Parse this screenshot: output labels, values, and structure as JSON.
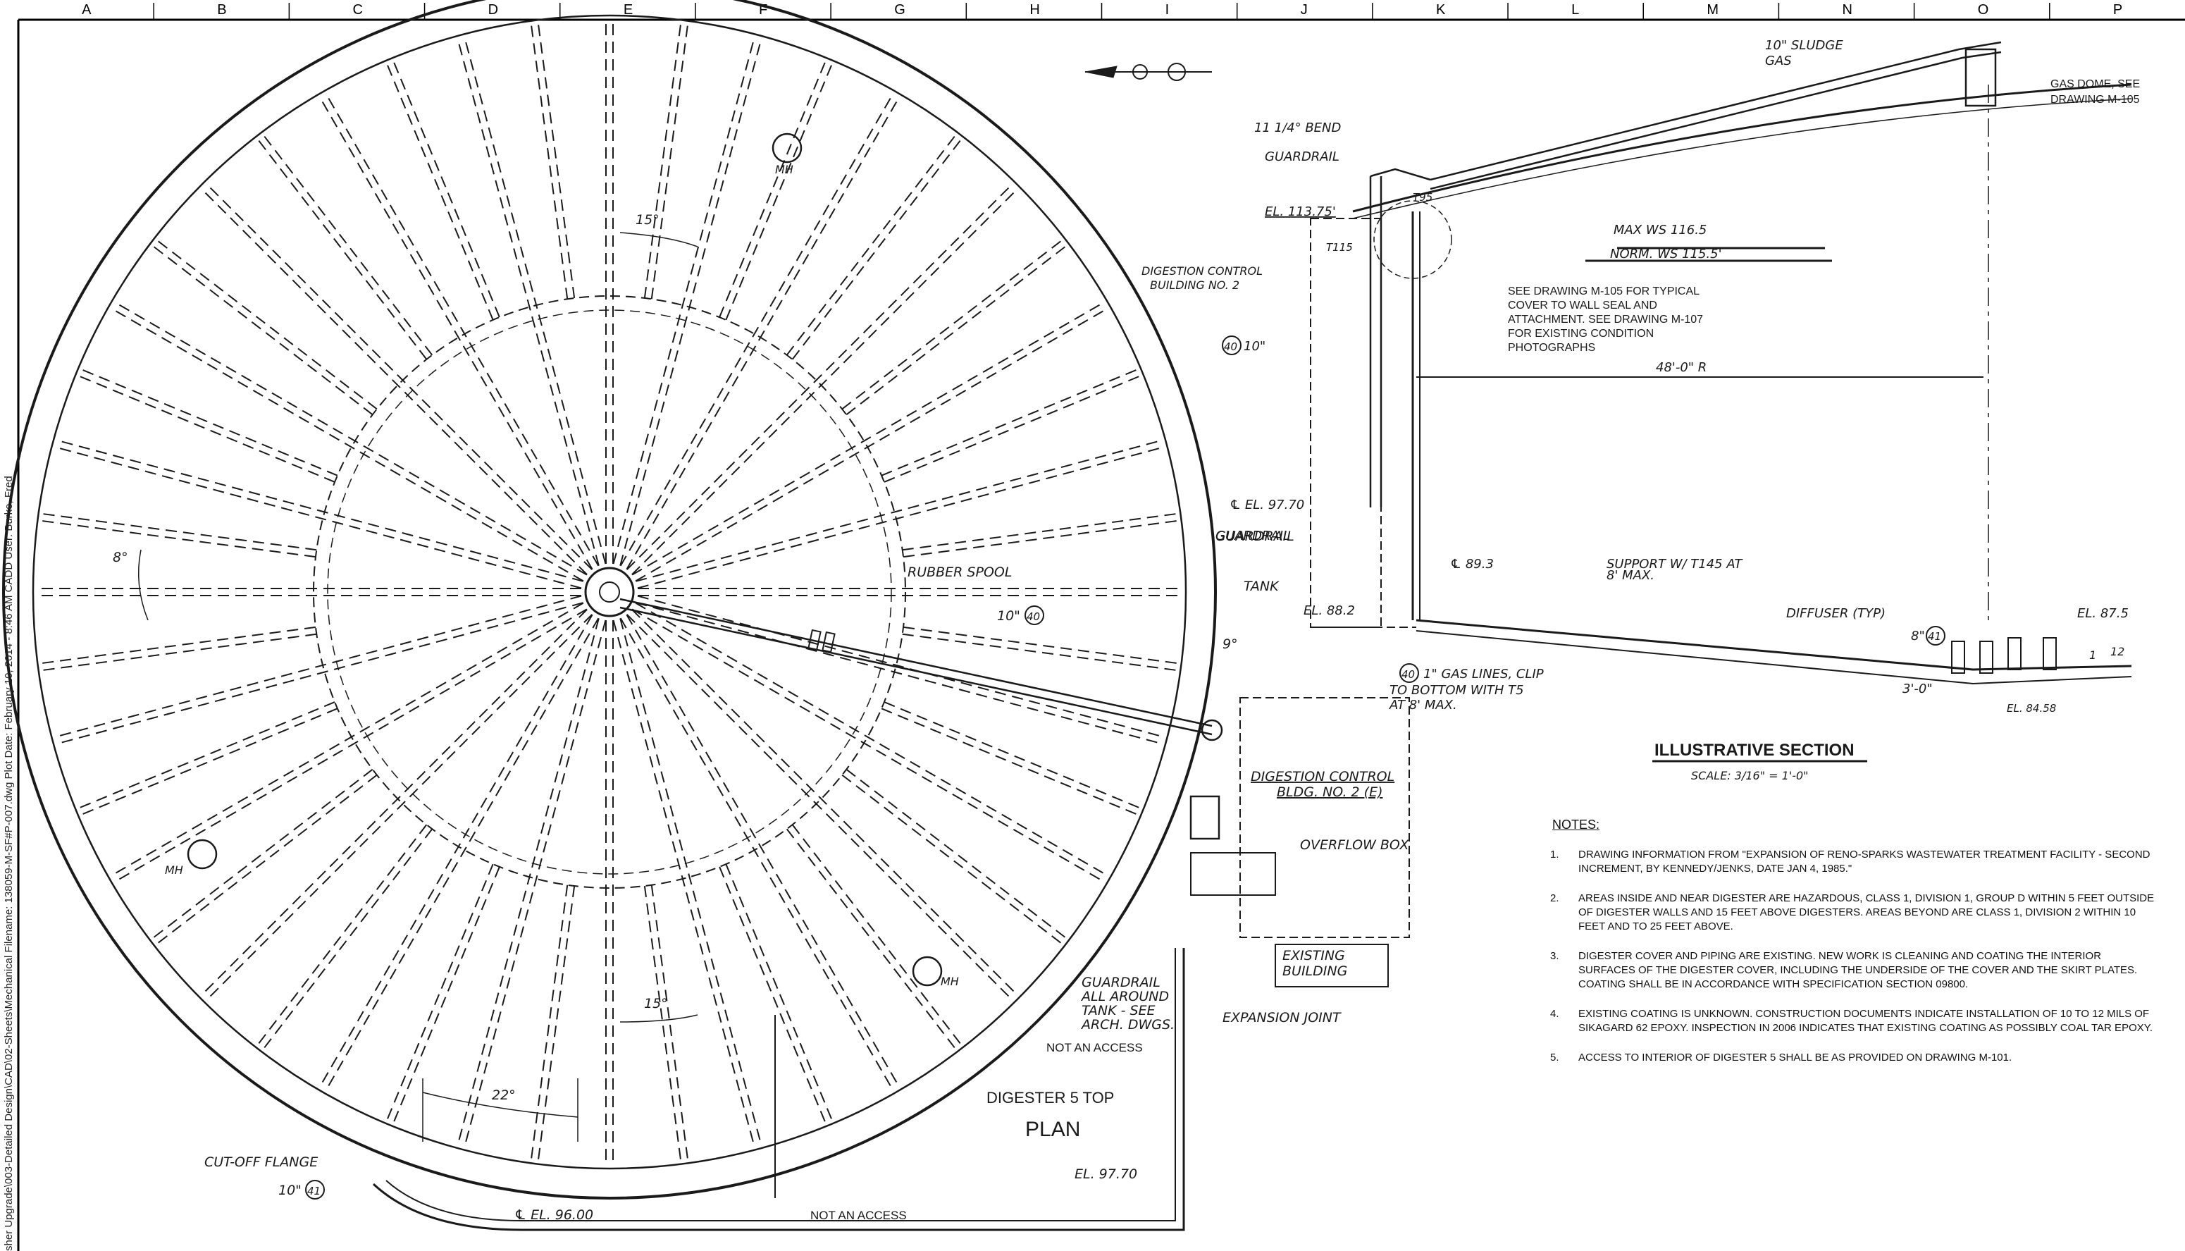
{
  "grid": {
    "columns": [
      "A",
      "B",
      "C",
      "D",
      "E",
      "F",
      "G",
      "H",
      "I",
      "J",
      "K",
      "L",
      "M",
      "N",
      "O",
      "P"
    ]
  },
  "margin": {
    "text": "sher Upgrade\\003-Detailed Design\\CAD\\02-Sheets\\Mechanical   Filename: 138059-M-SF#P-007.dwg   Plot Date: February 10, 2014 - 8:46 AM   CADD User: Burke, Fred"
  },
  "plan": {
    "title": "DIGESTER 5 TOP",
    "subtitle": "PLAN",
    "angle_15_top": "15°",
    "angle_15_bottom": "15°",
    "angle_8": "8°",
    "angle_9": "9°",
    "angle_22": "22°",
    "mh": "MH",
    "rubber_spool": "RUBBER SPOOL",
    "pipe_10": "10\"",
    "tag_40": "40",
    "tag_41": "41",
    "tank": "TANK",
    "guardrail": "GUARDRAIL",
    "guardrail_around_1": "GUARDRAIL",
    "guardrail_around_2": "ALL AROUND",
    "guardrail_around_3": "TANK - SEE",
    "guardrail_around_4": "ARCH. DWGS.",
    "digestion_bldg_1": "DIGESTION CONTROL",
    "digestion_bldg_2": "BLDG. NO. 2 (E)",
    "overflow_box": "OVERFLOW BOX",
    "existing_bldg_1": "EXISTING",
    "existing_bldg_2": "BUILDING",
    "expansion_joint": "EXPANSION JOINT",
    "not_access": "NOT AN ACCESS",
    "cutoff_flange": "CUT-OFF FLANGE",
    "el_9600": "℄ EL. 96.00",
    "el_9770": "EL. 97.70"
  },
  "section": {
    "title": "ILLUSTRATIVE SECTION",
    "scale": "SCALE: 3/16\" = 1'-0\"",
    "sludge_gas_1": "10\" SLUDGE",
    "sludge_gas_2": "GAS",
    "gas_dome_1": "GAS DOME, SEE",
    "gas_dome_2": "DRAWING M-105",
    "bend": "11 1/4° BEND",
    "guardrail": "GUARDRAIL",
    "el_11375": "EL. 113.75'",
    "t95": "T95",
    "t115": "T115",
    "max_ws": "MAX WS 116.5",
    "norm_ws": "NORM. WS 115.5'",
    "dcb_1": "DIGESTION CONTROL",
    "dcb_2": "BUILDING NO. 2",
    "see_note_1": "SEE DRAWING M-105 FOR TYPICAL",
    "see_note_2": "COVER TO WALL SEAL AND",
    "see_note_3": "ATTACHMENT.  SEE DRAWING M-107",
    "see_note_4": "FOR EXISTING CONDITION",
    "see_note_5": "PHOTOGRAPHS",
    "pipe_10": "10\"",
    "tag_40": "40",
    "radius": "48'-0\" R",
    "el_9770": "℄ EL. 97.70",
    "guardrail_2": "GUARDRAIL",
    "el_893": "℄ 89.3",
    "support": "SUPPORT W/ T145 AT",
    "support_2": "8' MAX.",
    "el_882": "EL. 88.2",
    "diffuser": "DIFFUSER (TYP)",
    "el_875": "EL. 87.5",
    "pipe_8": "8\"",
    "tag_41": "41",
    "gas_lines_1": "1\" GAS LINES, CLIP",
    "gas_lines_2": "TO BOTTOM WITH T5",
    "gas_lines_3": "AT 8' MAX.",
    "tag_gas": "40",
    "dim_3": "3'-0\"",
    "el_8458": "EL. 84.58",
    "slope_1": "1",
    "slope_12": "12"
  },
  "notes": {
    "header": "NOTES:",
    "items": [
      {
        "num": "1.",
        "text": "DRAWING INFORMATION FROM \"EXPANSION OF RENO-SPARKS WASTEWATER TREATMENT FACILITY - SECOND INCREMENT, BY KENNEDY/JENKS, DATE JAN 4, 1985.\""
      },
      {
        "num": "2.",
        "text": "AREAS INSIDE AND NEAR DIGESTER ARE HAZARDOUS, CLASS 1, DIVISION 1, GROUP D WITHIN 5 FEET OUTSIDE OF DIGESTER WALLS AND 15 FEET ABOVE DIGESTERS. AREAS BEYOND ARE CLASS 1, DIVISION 2 WITHIN 10 FEET AND TO 25 FEET ABOVE."
      },
      {
        "num": "3.",
        "text": "DIGESTER COVER AND PIPING ARE EXISTING.  NEW WORK IS CLEANING AND COATING THE INTERIOR SURFACES OF THE DIGESTER COVER, INCLUDING THE UNDERSIDE OF THE COVER AND THE SKIRT PLATES.  COATING SHALL BE IN ACCORDANCE WITH SPECIFICATION SECTION 09800."
      },
      {
        "num": "4.",
        "text": "EXISTING COATING IS UNKNOWN.  CONSTRUCTION DOCUMENTS INDICATE INSTALLATION OF 10 TO 12 MILS OF SIKAGARD 62 EPOXY.  INSPECTION IN 2006 INDICATES THAT EXISTING COATING AS POSSIBLY COAL TAR EPOXY."
      },
      {
        "num": "5.",
        "text": "ACCESS TO INTERIOR OF DIGESTER 5 SHALL BE AS PROVIDED ON DRAWING  M-101."
      }
    ]
  }
}
